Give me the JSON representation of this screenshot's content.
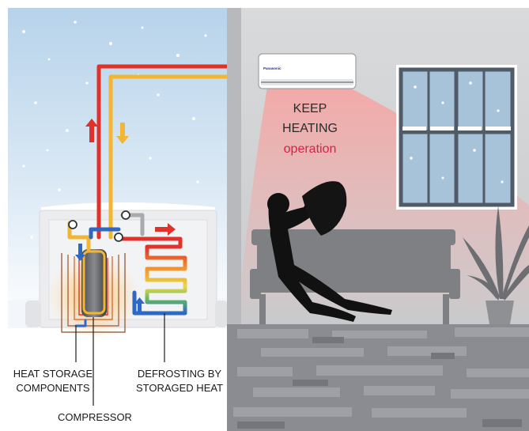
{
  "indoor_caption": {
    "line1": "KEEP",
    "line2": "HEATING",
    "line3": "operation"
  },
  "labels": {
    "heat_storage_line1": "HEAT STORAGE",
    "heat_storage_line2": "COMPONENTS",
    "defrosting_line1": "DEFROSTING BY",
    "defrosting_line2": "STORAGED HEAT",
    "compressor": "COMPRESSOR"
  },
  "brand_badge": "Panasonic",
  "colors": {
    "hot_pipe": "#e0312b",
    "warm_pipe": "#f2b632",
    "cold_pipe": "#2e68c4",
    "accent_text": "#d3234a",
    "wall": "#d2d3d5",
    "sky": "#cfe3f2"
  }
}
